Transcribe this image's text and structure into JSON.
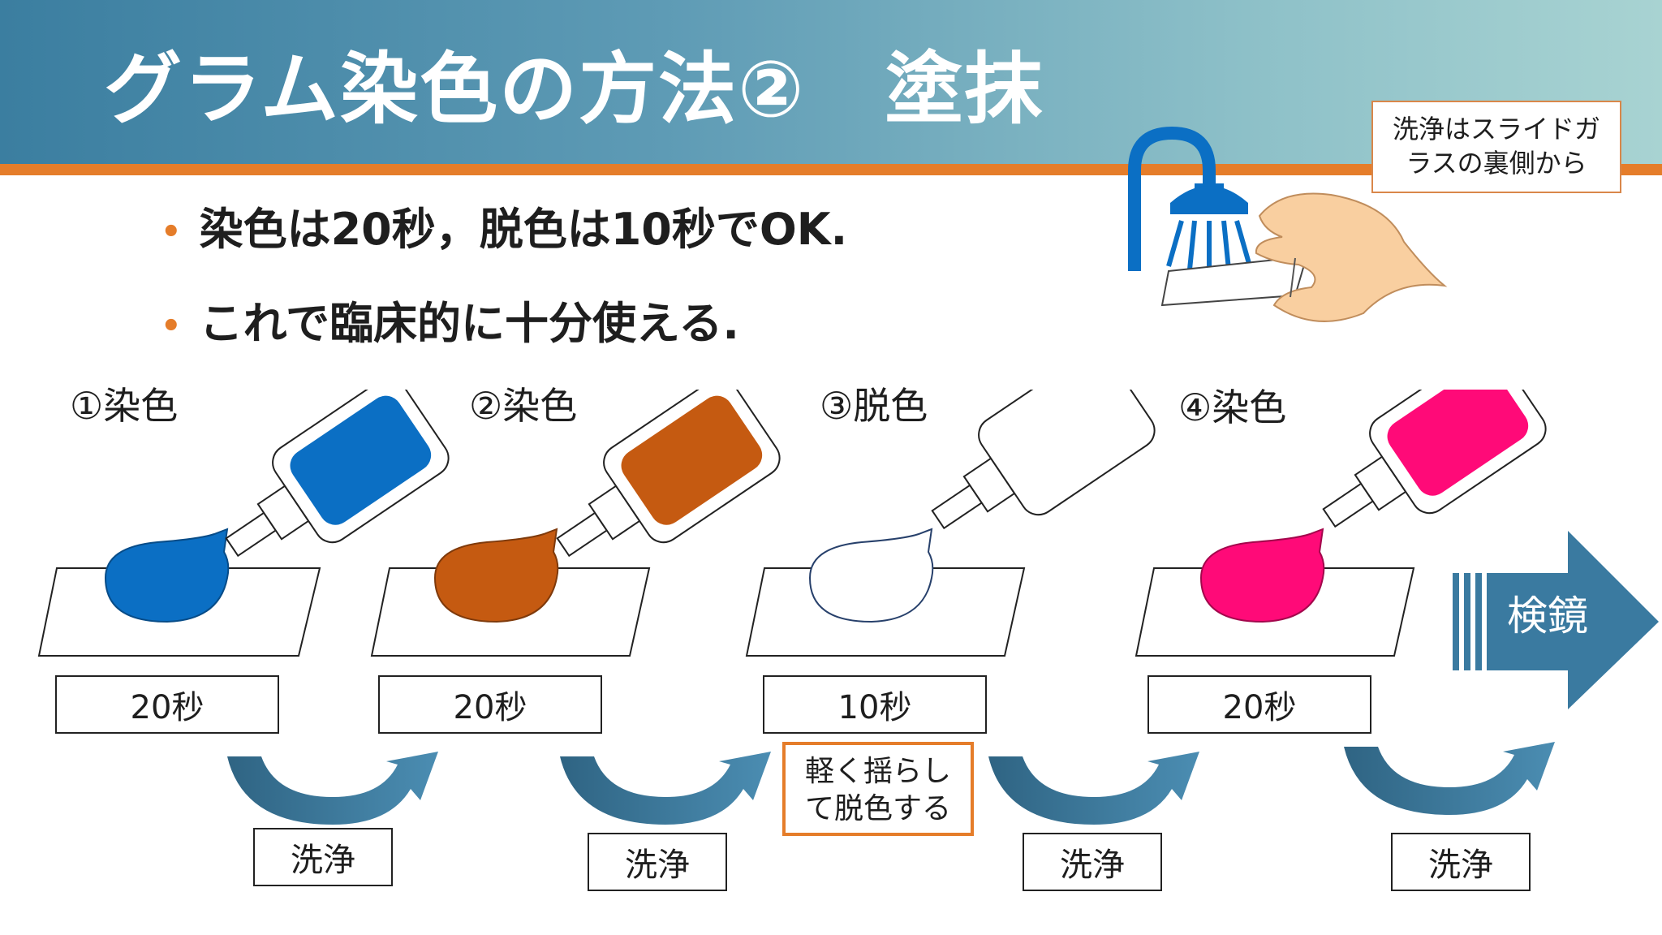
{
  "title": "グラム染色の方法②　塗抹",
  "bullets": [
    "染色は20秒，脱色は10秒でOK.",
    "これで臨床的に十分使える."
  ],
  "bullet_marker": "•",
  "steps": [
    {
      "label": "①染色",
      "time": "20秒",
      "color": "#0b6fc4"
    },
    {
      "label": "②染色",
      "time": "20秒",
      "color": "#c55a11"
    },
    {
      "label": "③脱色",
      "time": "10秒",
      "color": "#ffffff"
    },
    {
      "label": "④染色",
      "time": "20秒",
      "color": "#ff0a78"
    }
  ],
  "wash_label": "洗浄",
  "decolor_note": "軽く揺らし\nて脱色する",
  "wash_note": "洗浄はスライドガ\nラスの裏側から",
  "exam_label": "検鏡",
  "colors": {
    "header_accent": "#e57d2a",
    "arrow": "#3a7aa0",
    "faucet": "#0b6fc4",
    "hand": "#f9cfa0"
  },
  "icons": [
    "faucet-icon",
    "hand-icon",
    "dropper-bottle-icon",
    "slide-icon",
    "curved-arrow-icon",
    "block-arrow-icon"
  ]
}
